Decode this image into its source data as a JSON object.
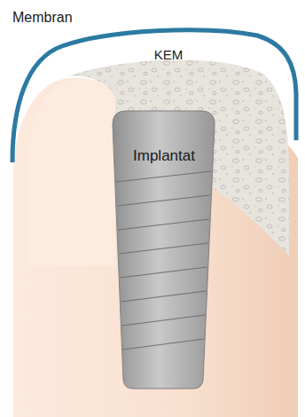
{
  "diagram": {
    "nodes": [
      {
        "text": [
          "KEM"
        ]
      },
      {
        "text": [
          "Implantat"
        ]
      }
    ],
    "labels": [
      "Membran"
    ]
  }
}
